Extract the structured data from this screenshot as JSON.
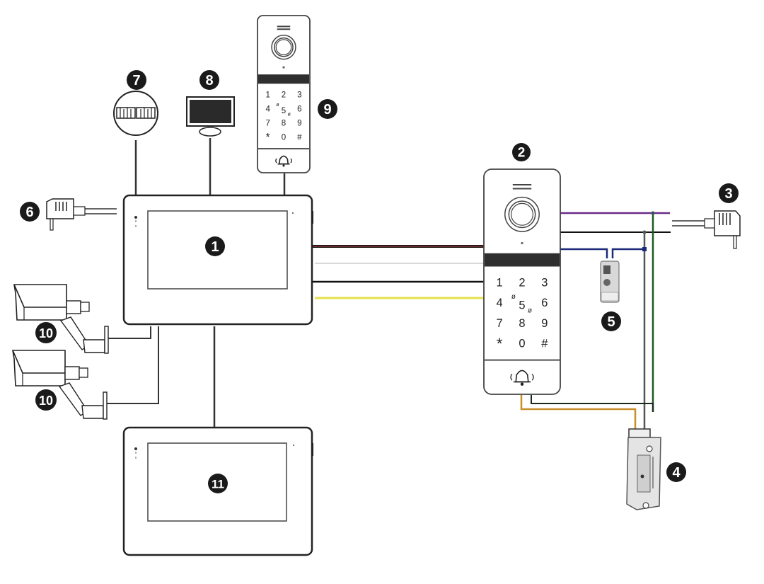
{
  "diagram": {
    "type": "video-intercom-wiring",
    "components": [
      {
        "id": "1",
        "label": "1",
        "name": "main-indoor-monitor"
      },
      {
        "id": "2",
        "label": "2",
        "name": "outdoor-door-station-keypad"
      },
      {
        "id": "3",
        "label": "3",
        "name": "lock-power-supply-adapter"
      },
      {
        "id": "4",
        "label": "4",
        "name": "electric-door-strike"
      },
      {
        "id": "5",
        "label": "5",
        "name": "exit-button"
      },
      {
        "id": "6",
        "label": "6",
        "name": "monitor-power-supply-adapter"
      },
      {
        "id": "7",
        "label": "7",
        "name": "gate-controller"
      },
      {
        "id": "8",
        "label": "8",
        "name": "external-display"
      },
      {
        "id": "9",
        "label": "9",
        "name": "second-door-station-keypad"
      },
      {
        "id": "10a",
        "label": "10",
        "name": "cctv-camera"
      },
      {
        "id": "10b",
        "label": "10",
        "name": "cctv-camera"
      },
      {
        "id": "11",
        "label": "11",
        "name": "extension-indoor-monitor"
      }
    ],
    "keypad": {
      "keys": [
        "1",
        "2",
        "3",
        "4",
        "5",
        "6",
        "7",
        "8",
        "9",
        "*",
        "0",
        "#"
      ]
    },
    "wire_colors": {
      "monitor_to_station_1": "#6b2a2a",
      "monitor_to_station_2": "#d8d8d8",
      "monitor_to_station_3": "#111111",
      "monitor_to_station_4": "#e6e04a",
      "station_purple": "#6a2c8a",
      "station_black": "#111111",
      "station_blue": "#1c2a7a",
      "lock_green": "#1e5a22",
      "lock_gray": "#555555",
      "lock_orange": "#c8902a",
      "lock_dark": "#1a2a1a"
    },
    "colors": {
      "badge_fill": "#1a1a1a",
      "outline": "#222222",
      "screen_dark": "#2a2a2a"
    }
  }
}
